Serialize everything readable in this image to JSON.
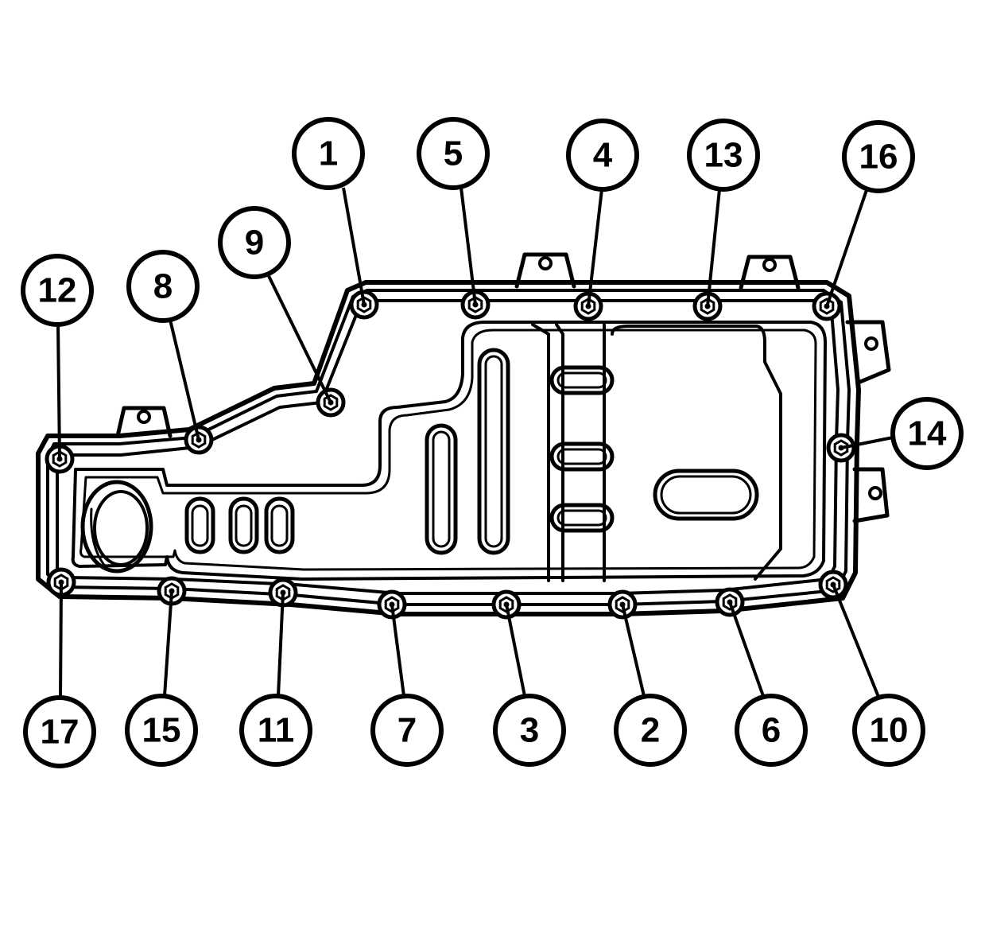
{
  "colors": {
    "line": "#000000",
    "background": "#ffffff"
  },
  "callouts": [
    {
      "label": "1"
    },
    {
      "label": "5"
    },
    {
      "label": "4"
    },
    {
      "label": "13"
    },
    {
      "label": "16"
    },
    {
      "label": "9"
    },
    {
      "label": "12"
    },
    {
      "label": "8"
    },
    {
      "label": "14"
    },
    {
      "label": "17"
    },
    {
      "label": "15"
    },
    {
      "label": "11"
    },
    {
      "label": "7"
    },
    {
      "label": "3"
    },
    {
      "label": "2"
    },
    {
      "label": "6"
    },
    {
      "label": "10"
    }
  ]
}
